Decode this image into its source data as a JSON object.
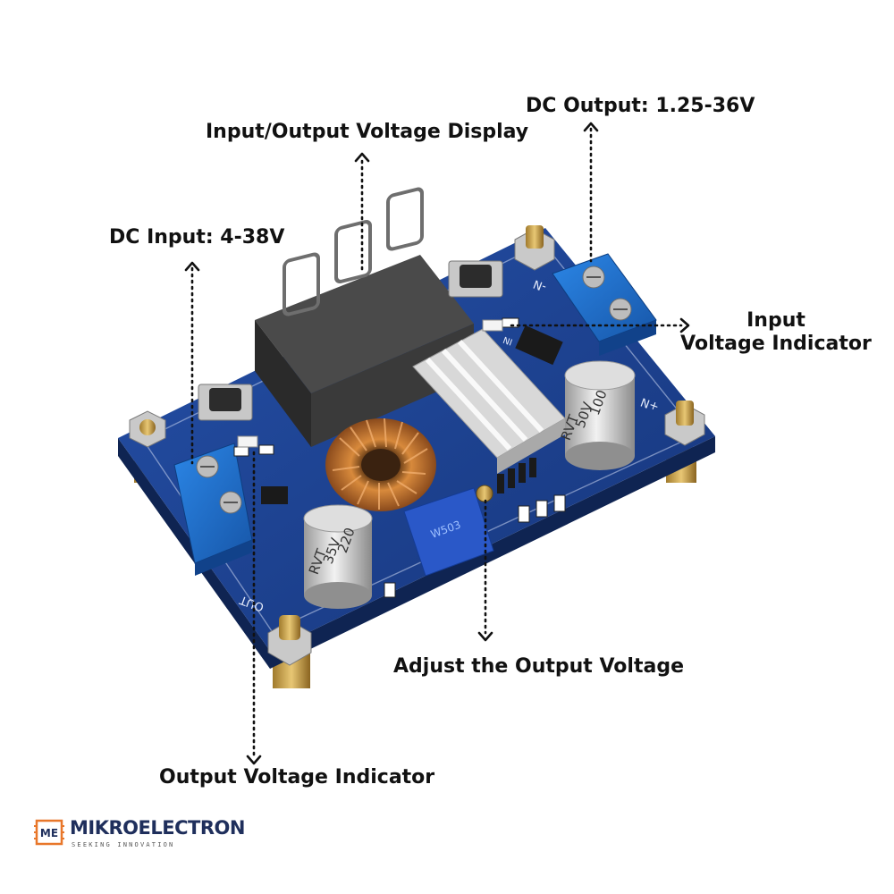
{
  "labels": {
    "display": "Input/Output Voltage Display",
    "dc_output": "DC Output: 1.25-36V",
    "dc_input": "DC Input: 4-38V",
    "input_indicator_line1": "Input",
    "input_indicator_line2": "Voltage Indicator",
    "adjust": "Adjust the Output Voltage",
    "output_indicator": "Output Voltage Indicator"
  },
  "board_text": {
    "cap_large_1": "100",
    "cap_large_2": "50V",
    "cap_large_3": "RVT",
    "cap_small_1": "220",
    "cap_small_2": "35V",
    "cap_small_3": "RVT",
    "pot": "W503",
    "out_minus": "-N",
    "out_plus": "+N",
    "out_label": "OUT",
    "in_label": "IN"
  },
  "logo": {
    "mark": "ME",
    "brand_a": "MIKRO",
    "brand_b": "ELECTRON",
    "tagline": "SEEKING INNOVATION"
  },
  "colors": {
    "pcb": "#1d3f8f",
    "pcb_dark": "#142c66",
    "terminal": "#1f6fd1",
    "copper": "#c9772e",
    "heatsink": "#dcdcdc",
    "display": "#3a3a3a",
    "brand_orange": "#e8772a",
    "brand_navy": "#1f2f5c"
  }
}
